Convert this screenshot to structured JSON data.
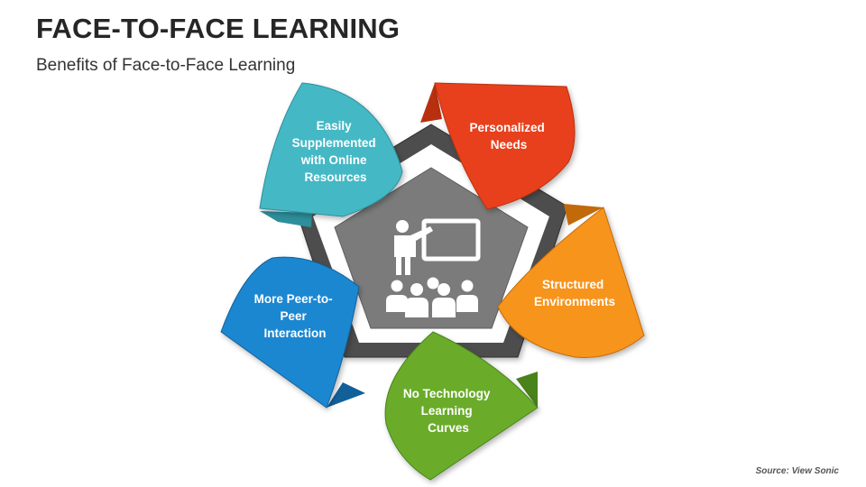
{
  "title": "FACE-TO-FACE LEARNING",
  "subtitle": "Benefits of Face-to-Face Learning",
  "source": "Source: View Sonic",
  "center_icon": "teacher-classroom-icon",
  "benefits": [
    {
      "lines": [
        "Easily",
        "Supplemented",
        "with Online",
        "Resources"
      ],
      "color": "#45b8c5",
      "shade": "#2d8f9b"
    },
    {
      "lines": [
        "Personalized",
        "Needs"
      ],
      "color": "#e8411c",
      "shade": "#b8300f"
    },
    {
      "lines": [
        "Structured",
        "Environments"
      ],
      "color": "#f7941d",
      "shade": "#c26a09"
    },
    {
      "lines": [
        "No Technology",
        "Learning",
        "Curves"
      ],
      "color": "#6aac2b",
      "shade": "#4a821b"
    },
    {
      "lines": [
        "More Peer-to-",
        "Peer",
        "Interaction"
      ],
      "color": "#1b87d1",
      "shade": "#12609a"
    }
  ]
}
